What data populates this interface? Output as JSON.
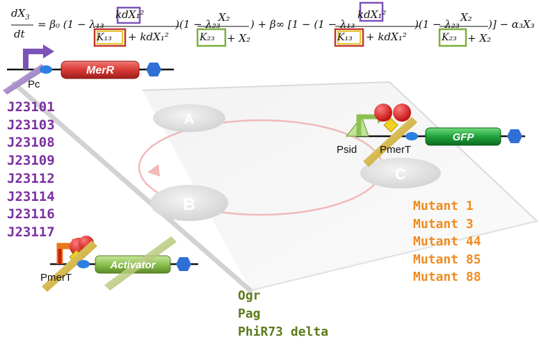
{
  "equation": {
    "lhs_num": "dX",
    "lhs_sub": "3",
    "lhs_den": "dt",
    "beta0_term": "= β₀ (1 − λ₁₃",
    "box1_num": "kdX₁²",
    "box1_k": "K₁₃",
    "box1_den_rest": "+ kdX₁²",
    "mid1": ")(1 − λ₂₃",
    "x2": "X₂",
    "box2_k": "K₂₃",
    "plus_x2": "+ X₂",
    "beta_inf_term": ") + β∞ [1 − (1 − λ₁₃",
    "mid2": ")(1 − λ₂₃",
    "tail": ")] − α₃X₃"
  },
  "top_construct": {
    "promoter": "Pc",
    "gene": "MerR"
  },
  "right_construct": {
    "promoter1": "Psid",
    "promoter2": "PmerT",
    "gene": "GFP"
  },
  "left_construct": {
    "promoter": "PmerT",
    "gene": "Activator"
  },
  "cycle": {
    "node_a": "A",
    "node_b": "B",
    "node_c": "C"
  },
  "promoter_list": [
    "J23101",
    "J23103",
    "J23108",
    "J23109",
    "J23112",
    "J23114",
    "J23116",
    "J23117"
  ],
  "mutant_list": [
    "Mutant 1",
    "Mutant 3",
    "Mutant 44",
    "Mutant 85",
    "Mutant 88"
  ],
  "activator_list": [
    "Ogr",
    "Pag",
    "PhiR73 delta"
  ],
  "colors": {
    "promoter_list": "#7a2fa0",
    "mutant_list": "#ef8b1f",
    "activator_list": "#5d7a1c",
    "merr_gene": "#d93a36",
    "gfp_gene": "#1fa23a",
    "activator_gene": "#8cc152",
    "terminator": "#2f6fd6",
    "rbs": "#2a7fe0",
    "box_purple": "#7b52b8",
    "box_red": "#c0392b",
    "box_yellow": "#e5c21a",
    "box_green": "#7fae3c"
  }
}
